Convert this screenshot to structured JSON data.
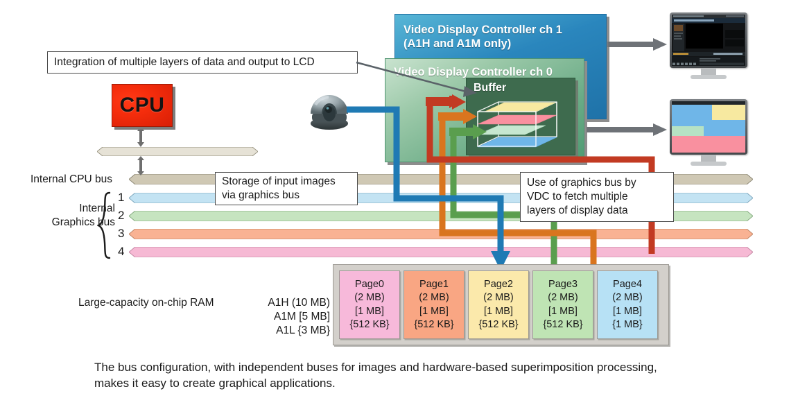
{
  "diagram": {
    "cpu": {
      "label": "CPU"
    },
    "vdc_ch1": {
      "label": "Video Display Controller ch 1\n(A1H and A1M only)"
    },
    "vdc_ch0": {
      "label": "Video Display Controller ch 0"
    },
    "buffer": {
      "label": "Buffer"
    },
    "callouts": {
      "integration": "Integration of multiple layers of data and output to LCD",
      "storage": "Storage of input images\nvia graphics bus",
      "fetch": "Use of graphics bus by\nVDC to fetch multiple\nlayers of display data"
    },
    "buses": {
      "cpu_bus_label": "Internal CPU bus",
      "graphics_bus_label": "Internal\nGraphics bus",
      "graphics_numbers": [
        "1",
        "2",
        "3",
        "4"
      ],
      "colors": {
        "cpu": "#cfc8b4",
        "g1": "#c3e3f3",
        "g2": "#c6e4c0",
        "g3": "#f9b293",
        "g4": "#f6b9d4"
      }
    },
    "ram": {
      "title": "Large-capacity on-chip RAM",
      "capacities": "A1H (10 MB)\nA1M [5 MB]\nA1L {3 MB}",
      "pages": [
        {
          "name": "Page0",
          "size_a1h": "(2 MB)",
          "size_a1m": "[1 MB]",
          "size_a1l": "{512 KB}",
          "color": "#f7b9da"
        },
        {
          "name": "Page1",
          "size_a1h": "(2 MB)",
          "size_a1m": "[1 MB]",
          "size_a1l": "{512 KB}",
          "color": "#f9a683"
        },
        {
          "name": "Page2",
          "size_a1h": "(2 MB)",
          "size_a1m": "[1 MB]",
          "size_a1l": "{512 KB}",
          "color": "#fbe9ab"
        },
        {
          "name": "Page3",
          "size_a1h": "(2 MB)",
          "size_a1m": "[1 MB]",
          "size_a1l": "{512 KB}",
          "color": "#bfe4b4"
        },
        {
          "name": "Page4",
          "size_a1h": "(2 MB)",
          "size_a1m": "[1 MB]",
          "size_a1l": "{1 MB}",
          "color": "#b7e1f5"
        }
      ]
    },
    "routes": {
      "camera_to_page2": "#1f7ab4",
      "page4_to_buffer": "#c23a22",
      "page3_to_buffer": "#d9751f",
      "page2_to_buffer": "#5a9e4e"
    },
    "layer_colors": {
      "yellow": "#f7e9a0",
      "pink": "#f9909f",
      "green": "#b6e2c4",
      "blue": "#6fb6e8"
    },
    "caption": "The bus configuration, with independent buses for images and hardware-based superimposition processing,\nmakes it easy to create graphical applications."
  }
}
